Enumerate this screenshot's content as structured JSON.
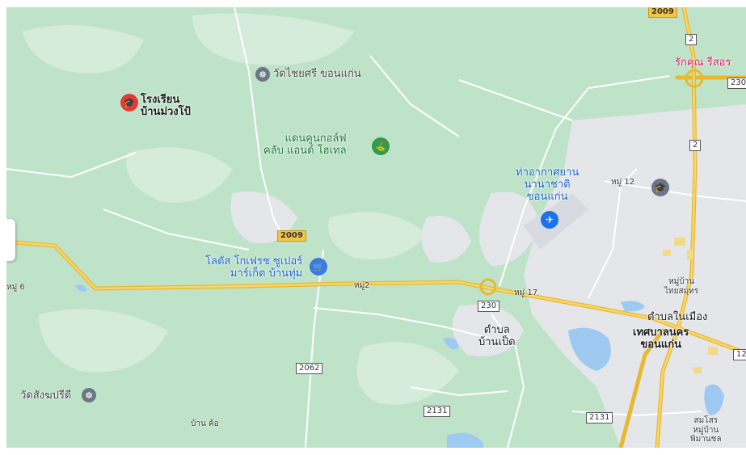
{
  "colors": {
    "land": "#bfe3c9",
    "urban": "#e4e6ea",
    "water": "#9ec9f0",
    "highway": "#f4c542",
    "road": "#ffffff"
  },
  "labels": {
    "school_north": "โรงเรียน\nบ้านม่วงโป้",
    "temple_north": "วัดไชยศรี ขอนแก่น",
    "golf": "แดนคูนกอล์ฟ\nคลับ แอนด์ โฮเทล",
    "airport": "ท่าอากาศยาน\nนานาชาติ\nขอนแก่น",
    "lotus": "โลตัส โกเฟรช ซูเปอร์\nมาร์เก็ต บ้านทุ่ม",
    "temple_south": "วัดสังฆปรีดี",
    "tambon_banped": "ตำบล\nบ้านเป็ด",
    "tambon_nai_muang": "ตำบลในเมือง",
    "city": "เทศบาลนคร\nขอนแก่น",
    "rakkhun": "รักคุณ รีสอร",
    "moo12": "หมู่ 12",
    "moo2": "หมู่2",
    "moo17": "หมู่ 17",
    "moo6": "หมู่ 6",
    "ban_kho": "บ้าน ค้อ",
    "village_thaisomboon": "หมู่บ้าน\nไทยสมุทร",
    "village_pimanchon": "สมโสร\nหมู่บ้าน\nพิมานชล"
  },
  "shields": {
    "r2009_top": "2009",
    "r2009_mid": "2009",
    "r2_north": "2",
    "r2_mid": "2",
    "r230_east": "230",
    "r230_center": "230",
    "r2062": "2062",
    "r2131_center": "2131",
    "r2131_east": "2131",
    "r12_edge": "12"
  },
  "icons": {
    "school": "graduation-cap-icon",
    "temple": "dharma-wheel-icon",
    "golf": "golf-icon",
    "airport": "airplane-icon",
    "shopping": "shopping-cart-icon"
  }
}
